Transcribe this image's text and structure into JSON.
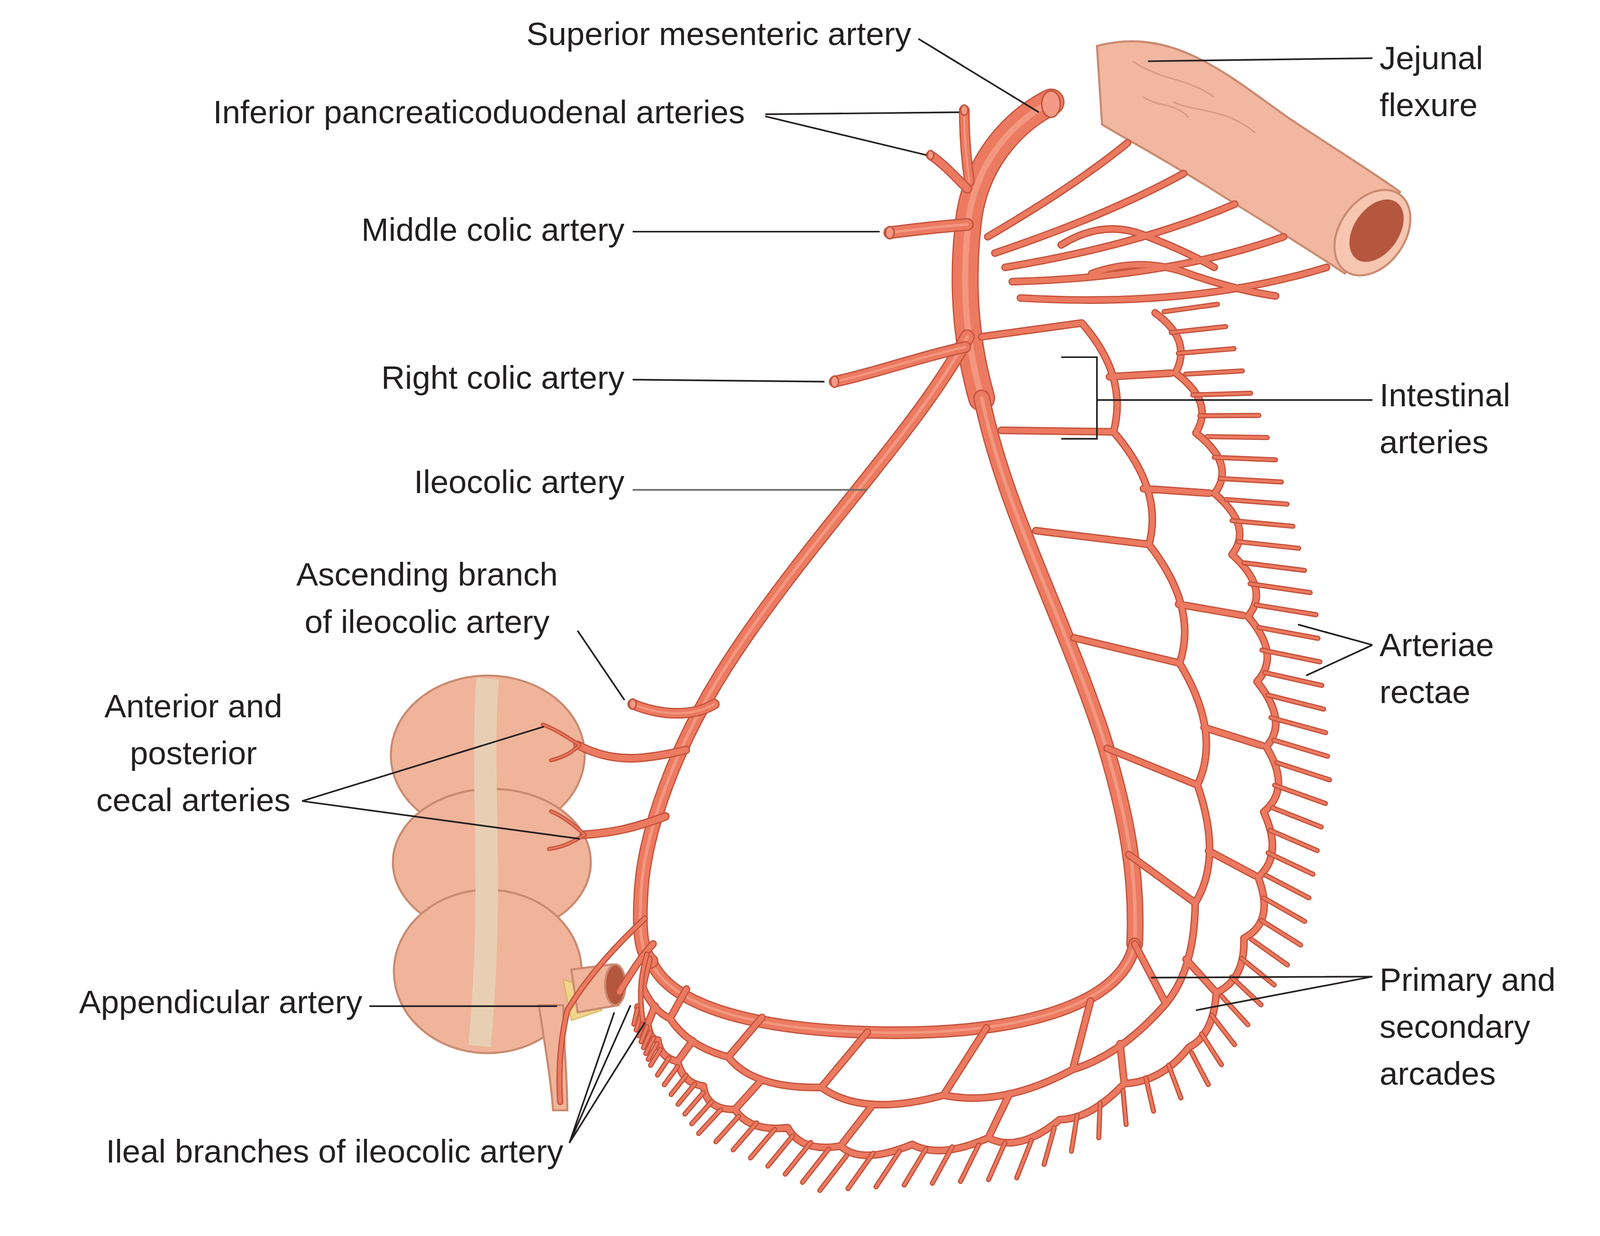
{
  "diagram": {
    "labels": [
      "Superior mesenteric artery",
      "Jejunal flexure",
      "Inferior pancreaticoduodenal arteries",
      "Middle colic artery",
      "Intestinal arteries",
      "Right colic artery",
      "Ileocolic artery",
      "Ascending branch of ileocolic artery",
      "Anterior and posterior cecal arteries",
      "Arteriae rectae",
      "Appendicular artery",
      "Primary and secondary arcades",
      "Ileal branches of ileocolic artery"
    ]
  }
}
